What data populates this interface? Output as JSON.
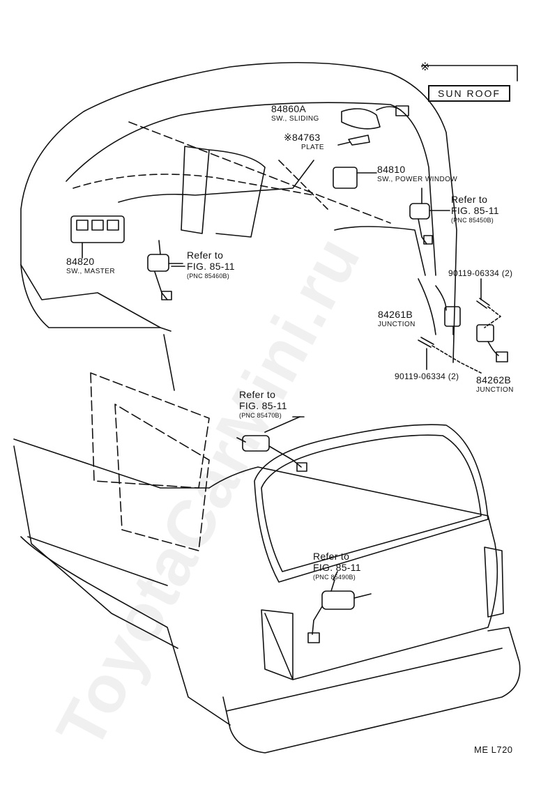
{
  "sunroof": {
    "mark": "※",
    "label": "SUN ROOF"
  },
  "parts": {
    "p84860a": {
      "number": "84860A",
      "name": "SW., SLIDING"
    },
    "p84763": {
      "number": "※84763",
      "name": "PLATE"
    },
    "p84810": {
      "number": "84810",
      "name": "SW., POWER WINDOW"
    },
    "p84820": {
      "number": "84820",
      "name": "SW., MASTER"
    },
    "p84261b": {
      "number": "84261B",
      "name": "JUNCTION"
    },
    "p84262b": {
      "number": "84262B",
      "name": "JUNCTION"
    },
    "bolt_upper": {
      "number": "90119-06334 (2)"
    },
    "bolt_lower": {
      "number": "90119-06334 (2)"
    }
  },
  "references": {
    "r85450": {
      "line1": "Refer to",
      "line2": "FIG. 85-11",
      "line3": "(PNC 85450B)"
    },
    "r85460": {
      "line1": "Refer to",
      "line2": "FIG. 85-11",
      "line3": "(PNC 85460B)"
    },
    "r85470": {
      "line1": "Refer to",
      "line2": "FIG. 85-11",
      "line3": "(PNC 85470B)"
    },
    "r85490": {
      "line1": "Refer to",
      "line2": "FIG. 85-11",
      "line3": "(PNC 85490B)"
    }
  },
  "drawing_code": "ME  L720",
  "watermark": "ToyotaCarMini.ru"
}
